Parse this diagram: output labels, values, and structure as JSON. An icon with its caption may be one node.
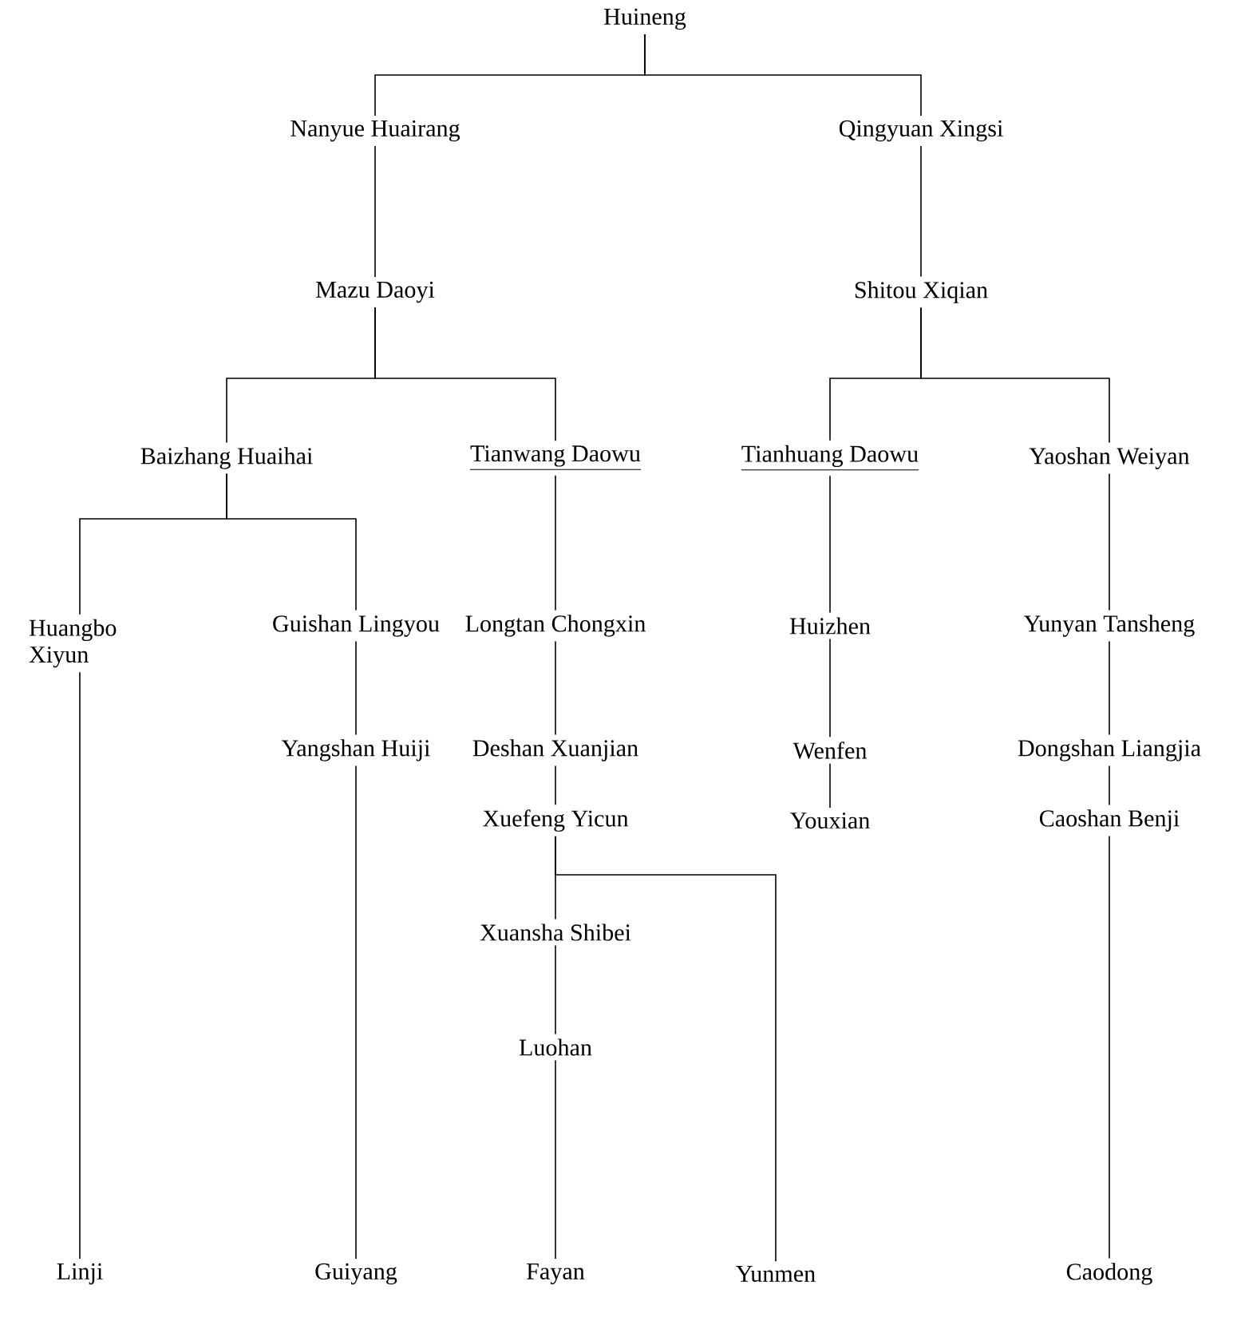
{
  "diagram": {
    "nodes": [
      {
        "text": [
          "Huineng"
        ]
      },
      {
        "text": [
          "Nanyue Huairang"
        ]
      },
      {
        "text": [
          "Qingyuan Xingsi"
        ]
      },
      {
        "text": [
          "Mazu Daoyi"
        ]
      },
      {
        "text": [
          "Shitou Xiqian"
        ]
      },
      {
        "text": [
          "Baizhang Huaihai"
        ]
      },
      {
        "text": [
          "Tianwang Daowu"
        ]
      },
      {
        "text": [
          "Tianhuang Daowu"
        ]
      },
      {
        "text": [
          "Yaoshan Weiyan"
        ]
      },
      {
        "text": [
          "Huangbo Xiyun"
        ]
      },
      {
        "text": [
          "Guishan Lingyou"
        ]
      },
      {
        "text": [
          "Longtan Chongxin"
        ]
      },
      {
        "text": [
          "Huizhen"
        ]
      },
      {
        "text": [
          "Yunyan Tansheng"
        ]
      },
      {
        "text": [
          "Yangshan Huiji"
        ]
      },
      {
        "text": [
          "Deshan Xuanjian"
        ]
      },
      {
        "text": [
          "Wenfen"
        ]
      },
      {
        "text": [
          "Dongshan Liangjia"
        ]
      },
      {
        "text": [
          "Xuefeng Yicun"
        ]
      },
      {
        "text": [
          "Youxian"
        ]
      },
      {
        "text": [
          "Caoshan Benji"
        ]
      },
      {
        "text": [
          "Xuansha Shibei"
        ]
      },
      {
        "text": [
          "Luohan"
        ]
      },
      {
        "text": [
          "Linji"
        ]
      },
      {
        "text": [
          "Guiyang"
        ]
      },
      {
        "text": [
          "Fayan"
        ]
      },
      {
        "text": [
          "Yunmen"
        ]
      },
      {
        "text": [
          "Caodong"
        ]
      }
    ],
    "edges": [
      {
        "from": 0,
        "to": 1,
        "arrow": "none"
      },
      {
        "from": 0,
        "to": 2,
        "arrow": "none"
      },
      {
        "from": 1,
        "to": 3,
        "arrow": "none"
      },
      {
        "from": 2,
        "to": 4,
        "arrow": "none"
      },
      {
        "from": 3,
        "to": 5,
        "arrow": "none"
      },
      {
        "from": 3,
        "to": 6,
        "arrow": "none"
      },
      {
        "from": 4,
        "to": 7,
        "arrow": "none"
      },
      {
        "from": 4,
        "to": 8,
        "arrow": "none"
      },
      {
        "from": 5,
        "to": 9,
        "arrow": "none"
      },
      {
        "from": 5,
        "to": 10,
        "arrow": "none"
      },
      {
        "from": 6,
        "to": 11,
        "arrow": "none"
      },
      {
        "from": 7,
        "to": 12,
        "arrow": "none"
      },
      {
        "from": 8,
        "to": 13,
        "arrow": "none"
      },
      {
        "from": 10,
        "to": 14,
        "arrow": "none"
      },
      {
        "from": 11,
        "to": 15,
        "arrow": "none"
      },
      {
        "from": 12,
        "to": 16,
        "arrow": "none"
      },
      {
        "from": 13,
        "to": 17,
        "arrow": "none"
      },
      {
        "from": 15,
        "to": 18,
        "arrow": "none"
      },
      {
        "from": 16,
        "to": 19,
        "arrow": "none"
      },
      {
        "from": 17,
        "to": 20,
        "arrow": "none"
      },
      {
        "from": 18,
        "to": 21,
        "arrow": "none"
      },
      {
        "from": 18,
        "to": 26,
        "arrow": "none"
      },
      {
        "from": 21,
        "to": 22,
        "arrow": "none"
      },
      {
        "from": 9,
        "to": 23,
        "arrow": "none"
      },
      {
        "from": 14,
        "to": 24,
        "arrow": "none"
      },
      {
        "from": 22,
        "to": 25,
        "arrow": "none"
      },
      {
        "from": 20,
        "to": 27,
        "arrow": "none"
      }
    ]
  }
}
